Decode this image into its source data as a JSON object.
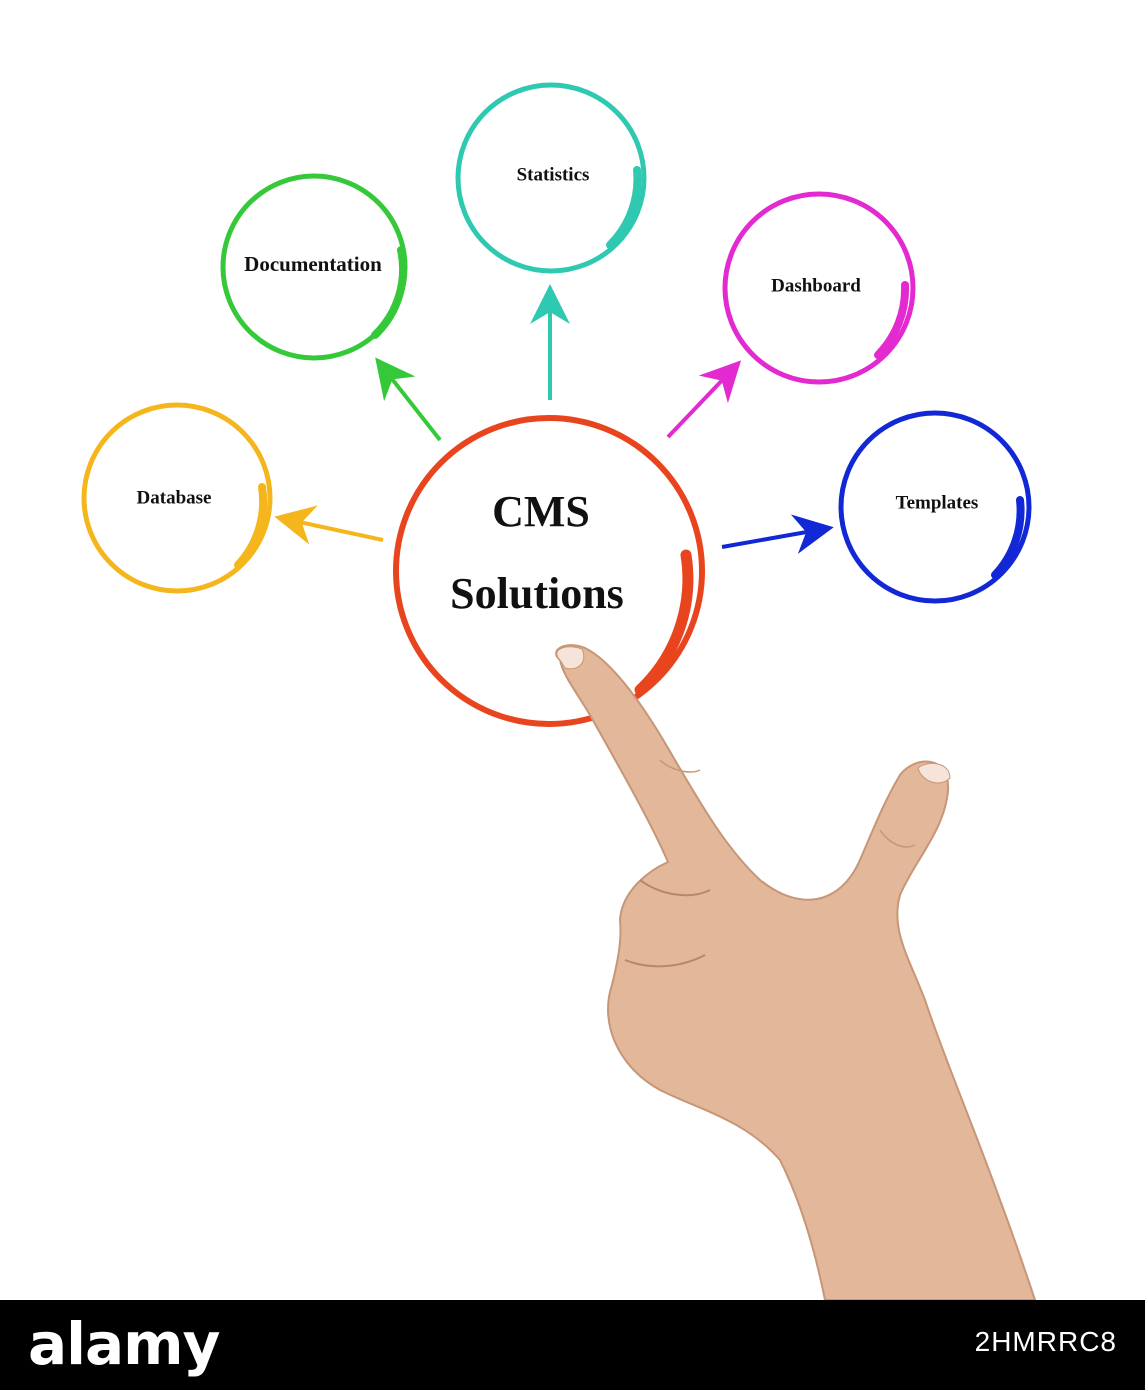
{
  "diagram": {
    "center": {
      "line1": "CMS",
      "line2": "Solutions",
      "color": "#e8451f"
    },
    "nodes": [
      {
        "id": "database",
        "label": "Database",
        "color": "#f5b51c"
      },
      {
        "id": "documentation",
        "label": "Documentation",
        "color": "#35c93a"
      },
      {
        "id": "statistics",
        "label": "Statistics",
        "color": "#2ec9b0"
      },
      {
        "id": "dashboard",
        "label": "Dashboard",
        "color": "#e22ad0"
      },
      {
        "id": "templates",
        "label": "Templates",
        "color": "#1228d6"
      }
    ]
  },
  "photo": {
    "subject": "hand-pointing-finger",
    "skin_color": "#e3b79a"
  },
  "footer": {
    "brand": "alamy",
    "stock_id": "2HMRRC8"
  }
}
